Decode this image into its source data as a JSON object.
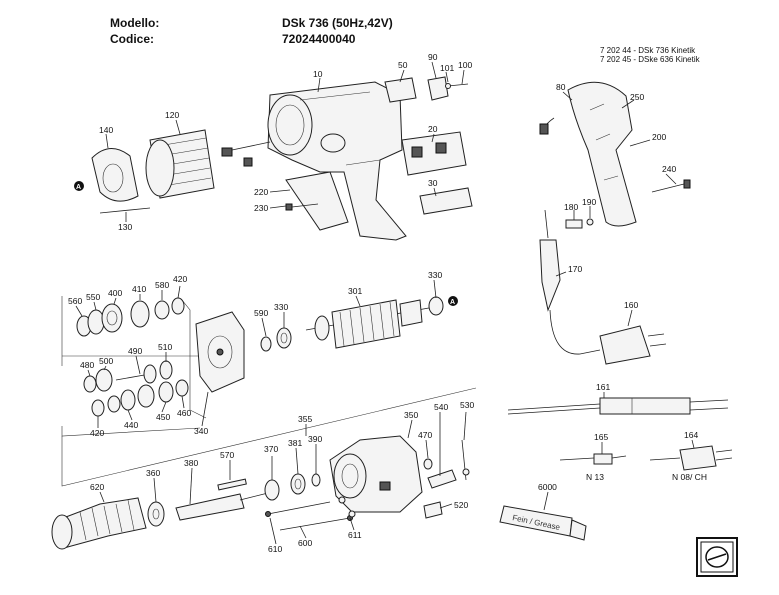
{
  "header": {
    "model_label": "Modello:",
    "code_label": "Codice:",
    "model_value": "DSk 736 (50Hz,42V)",
    "code_value": "72024400040"
  },
  "variants": {
    "line1": "7 202 44 - DSk 736   Kinetik",
    "line2": "7 202 45 - DSke 636 Kinetik"
  },
  "callouts": {
    "p10": "10",
    "p20": "20",
    "p30": "30",
    "p50": "50",
    "p80": "80",
    "p90": "90",
    "p100": "100",
    "p101": "101",
    "p120": "120",
    "p130": "130",
    "p140": "140",
    "p160": "160",
    "p161": "161",
    "p164": "164",
    "p165": "165",
    "p170": "170",
    "p180": "180",
    "p190": "190",
    "p200": "200",
    "p220": "220",
    "p230": "230",
    "p240": "240",
    "p250": "250",
    "p301": "301",
    "p330a": "330",
    "p330b": "330",
    "p340": "340",
    "p350": "350",
    "p355": "355",
    "p360": "360",
    "p370": "370",
    "p380": "380",
    "p381": "381",
    "p390": "390",
    "p400": "400",
    "p410": "410",
    "p420a": "420",
    "p420b": "420",
    "p440": "440",
    "p450": "450",
    "p460": "460",
    "p470": "470",
    "p480": "480",
    "p490": "490",
    "p500": "500",
    "p510": "510",
    "p520": "520",
    "p530": "530",
    "p540": "540",
    "p550": "550",
    "p560": "560",
    "p570": "570",
    "p580": "580",
    "p590": "590",
    "p600": "600",
    "p610": "610",
    "p611": "611",
    "p620": "620",
    "p6000": "6000",
    "markA1": "A",
    "markA2": "A",
    "n13": "N 13",
    "n08": "N 08/ CH",
    "tube_text": "Fein / Grease"
  },
  "logo": {
    "alt": "fein"
  }
}
